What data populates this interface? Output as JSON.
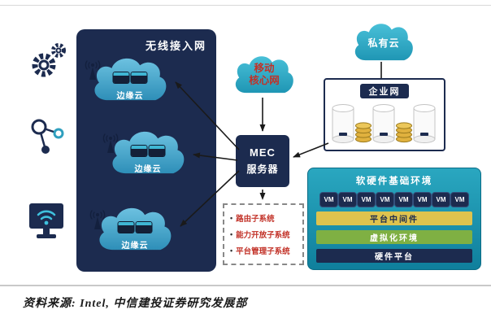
{
  "colors": {
    "navy": "#1c2b4f",
    "teal": "#2fa6c2",
    "cloud_blue": "#4aa9cd",
    "yellow": "#dec34e",
    "green": "#7fb043",
    "red": "#c23127",
    "gold": "#d9a93a"
  },
  "icons": [
    "gear-icon",
    "molecule-icon",
    "monitor-wifi-icon",
    "antenna-icon"
  ],
  "ran": {
    "title": "无线接入网",
    "clouds": [
      {
        "label": "边缘云"
      },
      {
        "label": "边缘云"
      },
      {
        "label": "边缘云"
      }
    ]
  },
  "core": {
    "cloud_line1": "移动",
    "cloud_line2": "核心网",
    "mec_line1": "MEC",
    "mec_line2": "服务器"
  },
  "subsystems": {
    "bullet": "•",
    "items": [
      "路由子系统",
      "能力开放子系统",
      "平台管理子系统"
    ]
  },
  "private_cloud": {
    "label": "私有云"
  },
  "enterprise": {
    "label": "企业网"
  },
  "infra": {
    "title": "软硬件基础环境",
    "vm_label": "VM",
    "vm_count": 8,
    "layers": [
      "平台中间件",
      "虚拟化环境",
      "硬件平台"
    ]
  },
  "caption": "资料来源: Intel, 中信建投证券研究发展部"
}
